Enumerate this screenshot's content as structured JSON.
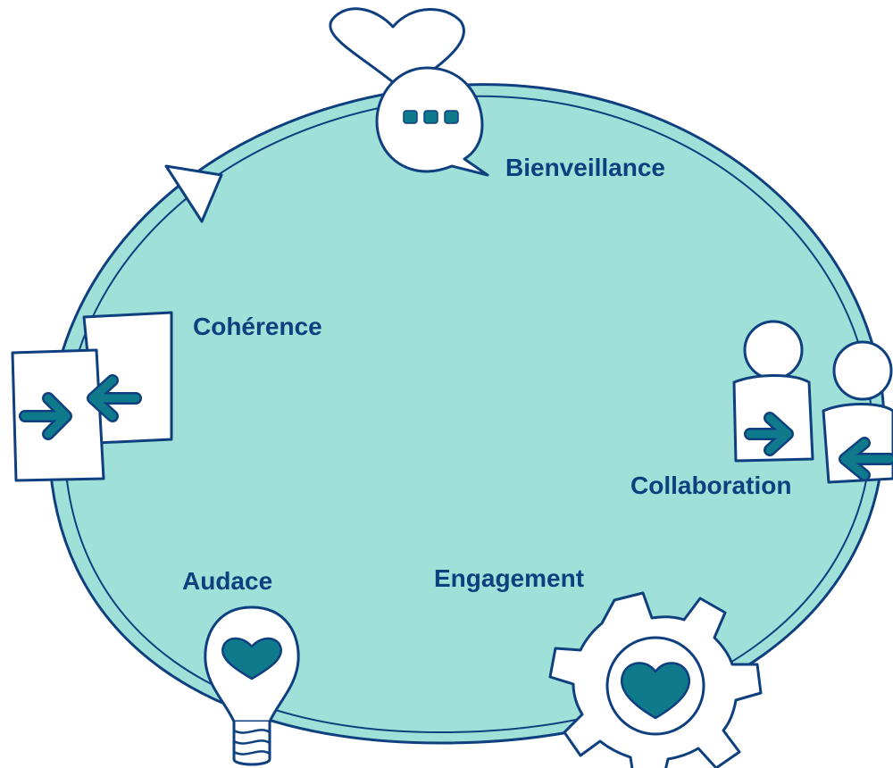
{
  "colors": {
    "ellipse_fill": "#9fe0d8",
    "outline": "#0e3f7e",
    "accent": "#0f7a8c",
    "label": "#0e3f7e",
    "background": "#ffffff"
  },
  "labels": {
    "bienveillance": "Bienveillance",
    "coherence": "Cohérence",
    "collaboration": "Collaboration",
    "audace": "Audace",
    "engagement": "Engagement"
  },
  "icons": {
    "bienveillance": "heart-speech-bubble-icon",
    "coherence": "two-documents-arrows-icon",
    "collaboration": "two-people-arrows-icon",
    "audace": "lightbulb-heart-icon",
    "engagement": "gear-heart-icon",
    "cycle": "arrowhead-icon"
  }
}
